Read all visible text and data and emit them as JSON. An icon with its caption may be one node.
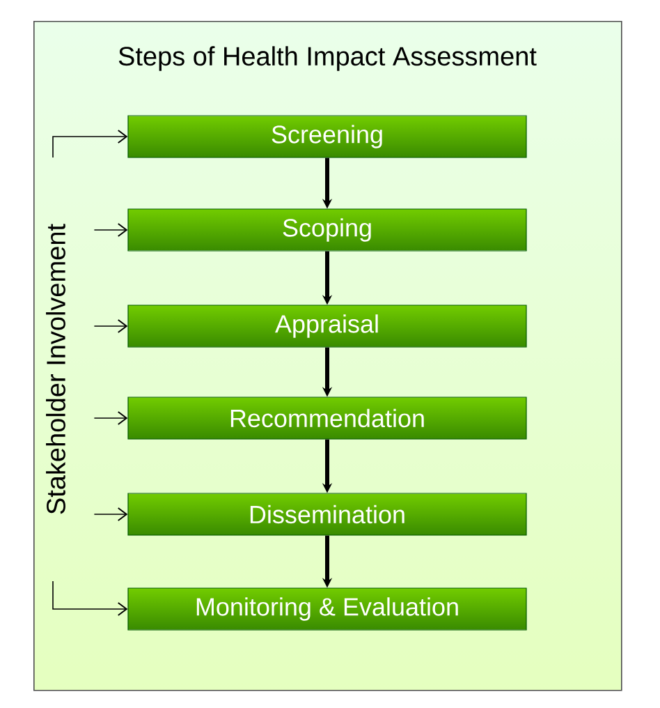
{
  "diagram": {
    "nodes": [
      {
        "text": [
          "Steps of Health Impact Assessment"
        ]
      },
      {
        "text": [
          "Screening"
        ],
        "in": 0
      },
      {
        "text": [
          "Scoping"
        ],
        "in": 0
      },
      {
        "text": [
          "Appraisal"
        ],
        "in": 0
      },
      {
        "text": [
          "Recommendation"
        ],
        "in": 0
      },
      {
        "text": [
          "Dissemination"
        ],
        "in": 0
      },
      {
        "text": [
          "Monitoring & Evaluation"
        ],
        "in": 0
      },
      {
        "text": [
          "Stakeholder Involvement"
        ],
        "in": 0
      }
    ],
    "edges": [
      {
        "from": 1,
        "to": 2,
        "arrow": "to",
        "style": "thick"
      },
      {
        "from": 2,
        "to": 3,
        "arrow": "to",
        "style": "thick"
      },
      {
        "from": 3,
        "to": 4,
        "arrow": "to",
        "style": "thick"
      },
      {
        "from": 4,
        "to": 5,
        "arrow": "to",
        "style": "thick"
      },
      {
        "from": 5,
        "to": 6,
        "arrow": "to",
        "style": "thick"
      },
      {
        "from": 7,
        "to": 1,
        "arrow": "to"
      },
      {
        "from": 7,
        "to": 2,
        "arrow": "to"
      },
      {
        "from": 7,
        "to": 3,
        "arrow": "to"
      },
      {
        "from": 7,
        "to": 4,
        "arrow": "to"
      },
      {
        "from": 7,
        "to": 5,
        "arrow": "to"
      },
      {
        "from": 7,
        "to": 6,
        "arrow": "to"
      }
    ]
  }
}
